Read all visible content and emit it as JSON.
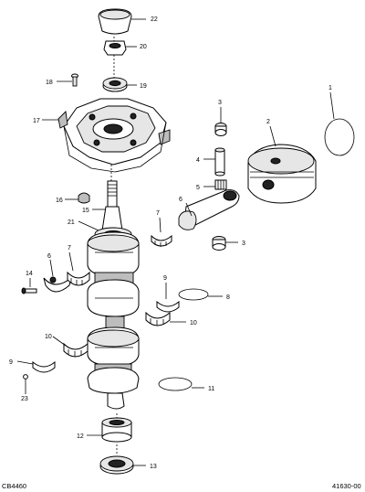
{
  "diagram": {
    "figure_code_left": "CB4460",
    "figure_code_right": "41630-00",
    "callouts": {
      "c22": "22",
      "c20": "20",
      "c19": "19",
      "c18": "18",
      "c17": "17",
      "c1": "1",
      "c2": "2",
      "c3a": "3",
      "c3b": "3",
      "c4": "4",
      "c5": "5",
      "c6a": "6",
      "c6b": "6",
      "c7a": "7",
      "c7b": "7",
      "c8": "8",
      "c9a": "9",
      "c9b": "9",
      "c10a": "10",
      "c10b": "10",
      "c11": "11",
      "c12": "12",
      "c13": "13",
      "c14": "14",
      "c15": "15",
      "c16": "16",
      "c21": "21",
      "c23": "23"
    }
  }
}
